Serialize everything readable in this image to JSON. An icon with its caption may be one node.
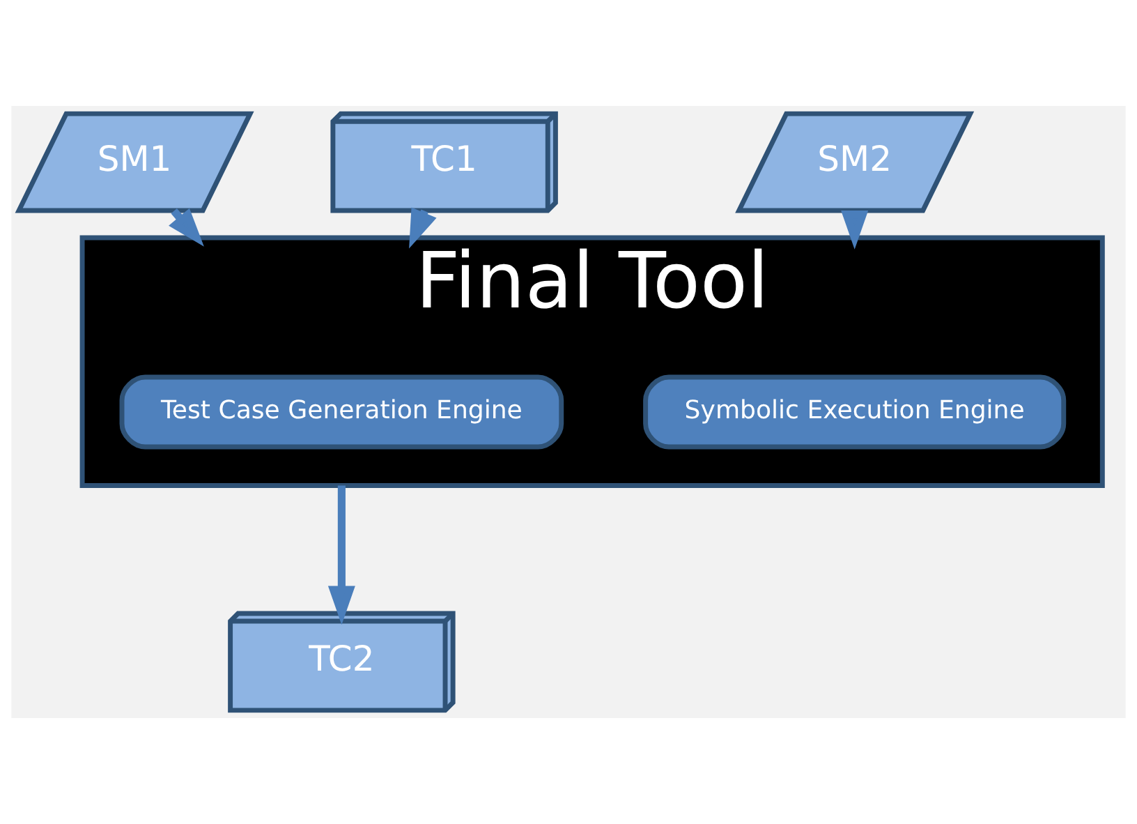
{
  "diagram": {
    "nodes": [
      {
        "text": [
          "SM1"
        ]
      },
      {
        "text": [
          "TC1"
        ]
      },
      {
        "text": [
          "SM2"
        ]
      },
      {
        "text": [
          "Final Tool"
        ]
      },
      {
        "text": [
          "Test Case Generation Engine"
        ],
        "in": 3
      },
      {
        "text": [
          "Symbolic Execution Engine"
        ],
        "in": 3
      },
      {
        "text": [
          "TC2"
        ]
      }
    ],
    "edges": [
      {
        "from": 0,
        "to": 3,
        "arrow": "to"
      },
      {
        "from": 1,
        "to": 3,
        "arrow": "to"
      },
      {
        "from": 2,
        "to": 3,
        "arrow": "to"
      },
      {
        "from": 3,
        "to": 6,
        "arrow": "to"
      }
    ]
  }
}
